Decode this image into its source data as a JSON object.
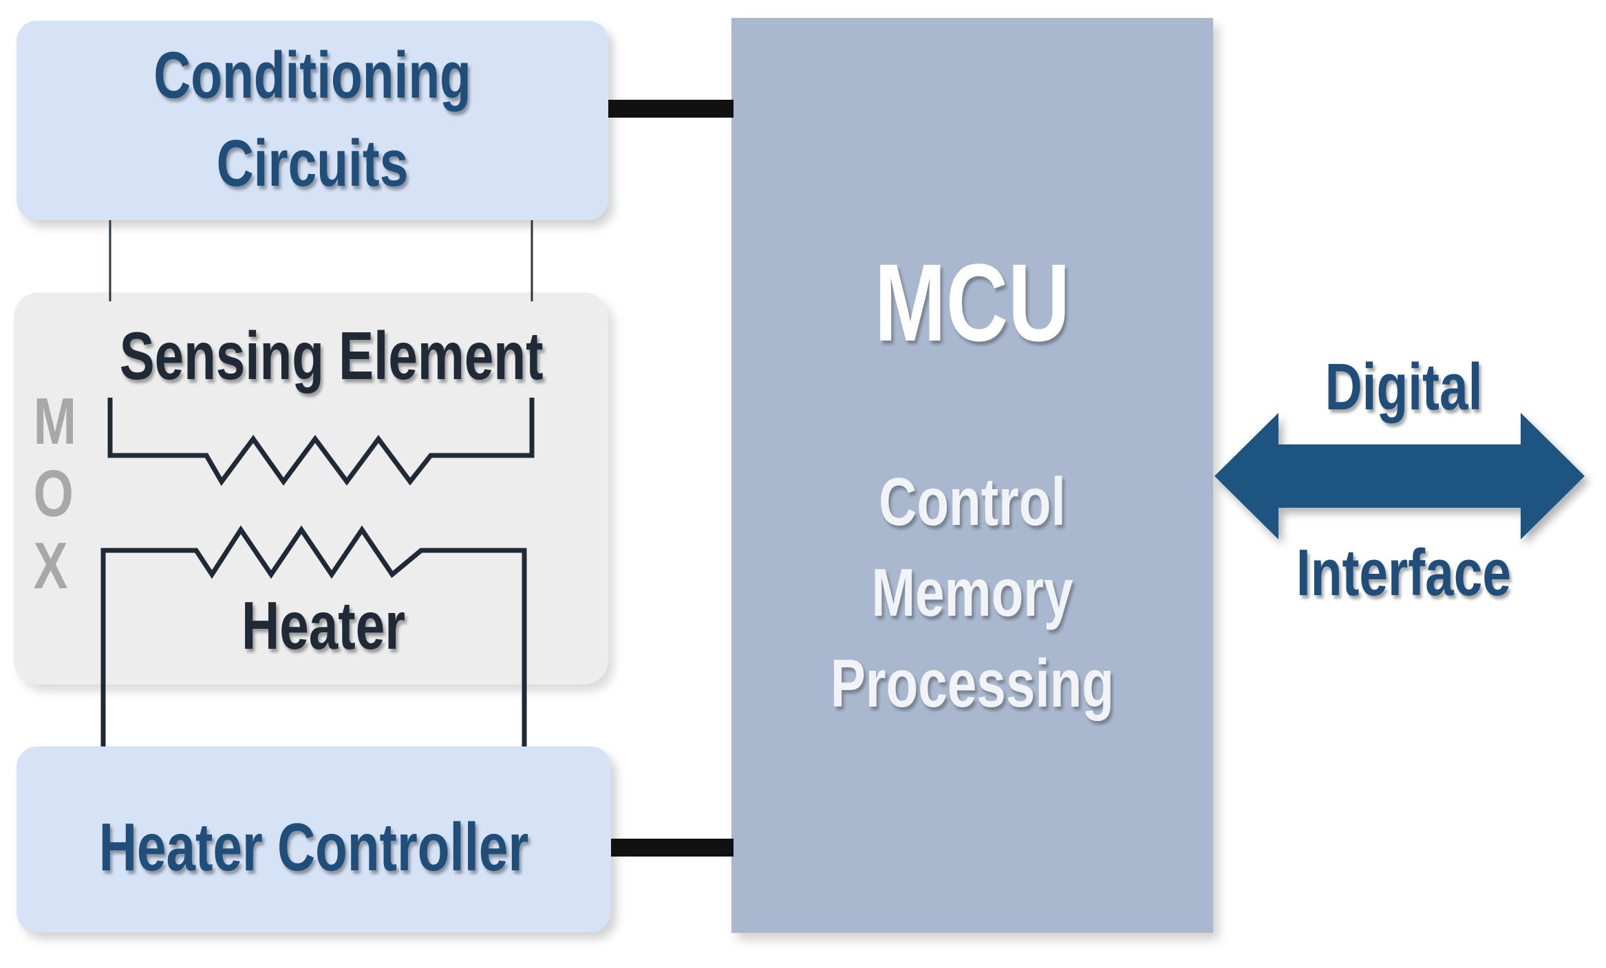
{
  "conditioning": {
    "line1": "Conditioning",
    "line2": "Circuits"
  },
  "mox": {
    "letters": [
      "M",
      "O",
      "X"
    ],
    "sensing_label": "Sensing Element",
    "heater_label": "Heater"
  },
  "heater_controller": {
    "label": "Heater Controller"
  },
  "mcu": {
    "title": "MCU",
    "functions": [
      "Control",
      "Memory",
      "Processing"
    ]
  },
  "digital_interface": {
    "line1": "Digital",
    "line2": "Interface"
  },
  "colors": {
    "accent_blue": "#1e4e79",
    "box_light_blue": "#d6e2f5",
    "mcu_fill": "#a9b8cf",
    "mox_fill": "#ededed",
    "arrow_fill": "#1d5580"
  }
}
